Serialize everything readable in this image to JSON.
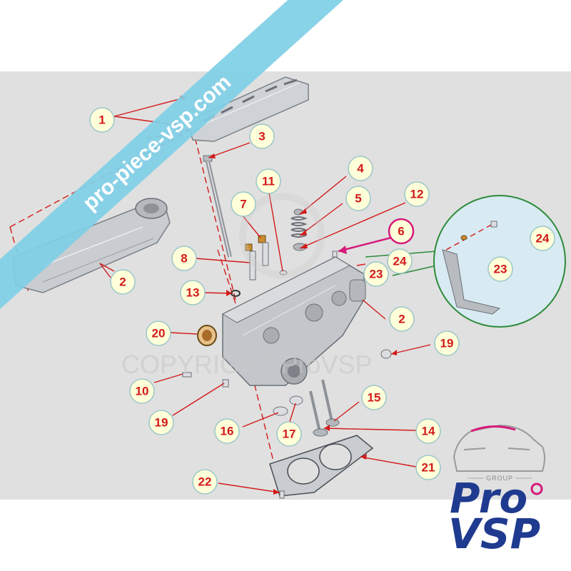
{
  "watermark": {
    "url_ribbon": "pro-piece-vsp.com",
    "copyright_text": "COPYRIGHT ProVSP"
  },
  "logo": {
    "group_label": "GROUP",
    "line1": "Pro",
    "line2": "VSP"
  },
  "callouts": [
    "1",
    "2",
    "3",
    "4",
    "5",
    "6",
    "7",
    "8",
    "11",
    "12",
    "13",
    "20",
    "10",
    "19",
    "16",
    "17",
    "15",
    "14",
    "21",
    "22",
    "2",
    "19",
    "23",
    "24",
    "24",
    "23"
  ],
  "colors": {
    "background_panel": "#e0e0e0",
    "ribbon": "#7fcfe6",
    "callout_fill": "#ffffd9",
    "callout_text": "#d21a1a",
    "leader_line": "#d21a1a",
    "highlight_ring": "#d61a7a",
    "zoom_ring": "#2e8b3a",
    "logo_blue": "#1f3b8f",
    "logo_pink": "#d61a7a"
  }
}
